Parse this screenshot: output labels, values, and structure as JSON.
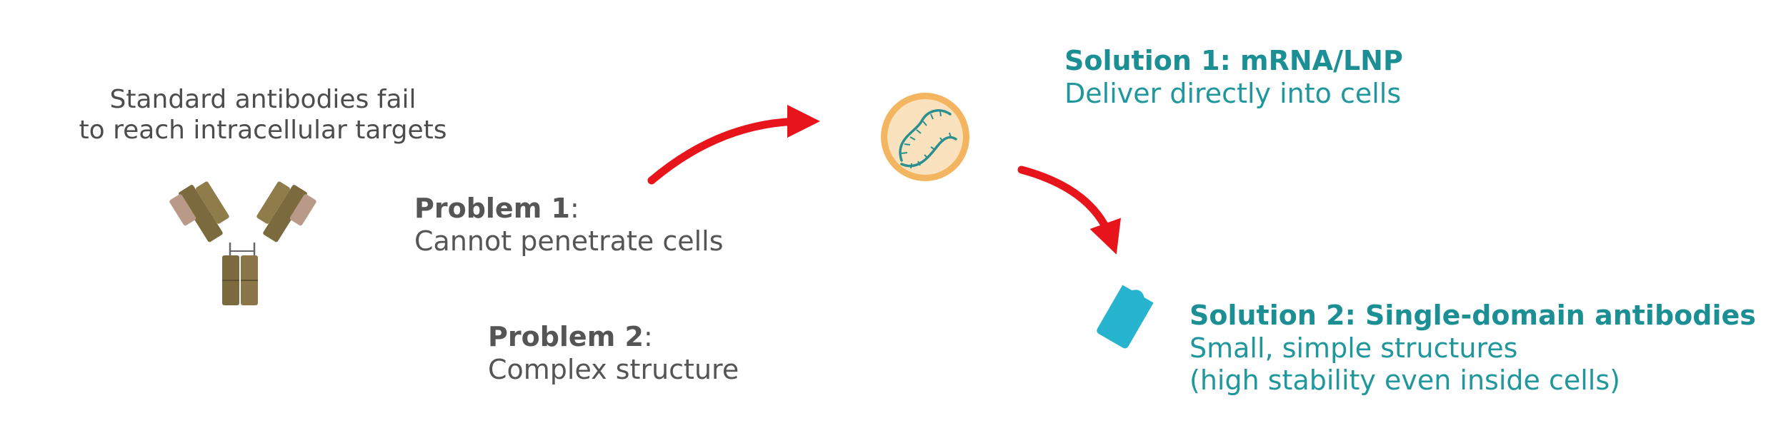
{
  "intro": {
    "line1": "Standard antibodies fail",
    "line2": "to reach intracellular targets"
  },
  "problem1": {
    "heading_label": "Problem 1",
    "heading_colon": ":",
    "text": "Cannot penetrate cells"
  },
  "problem2": {
    "heading_label": "Problem 2",
    "heading_colon": ":",
    "text": "Complex structure"
  },
  "solution1": {
    "heading": "Solution 1: mRNA/LNP",
    "text": "Deliver directly into cells"
  },
  "solution2": {
    "heading": "Solution 2: Single-domain antibodies",
    "text_line1": "Small, simple structures",
    "text_line2": "(high stability even inside cells)"
  },
  "icons": [
    "antibody-icon",
    "lnp-particle-icon",
    "nanobody-icon",
    "red-arrow-icon"
  ],
  "colors": {
    "arrow": "#e8141b",
    "solution_text": "#1f979c",
    "problem_text": "#555555",
    "lnp_outer": "#f3b560",
    "lnp_inner": "#fbe2bf",
    "mrna": "#2a8f8f",
    "nanobody": "#27b4cf",
    "antibody_dark": "#7a6a3e",
    "antibody_light": "#a08c56",
    "antibody_pink": "#b99a88"
  }
}
